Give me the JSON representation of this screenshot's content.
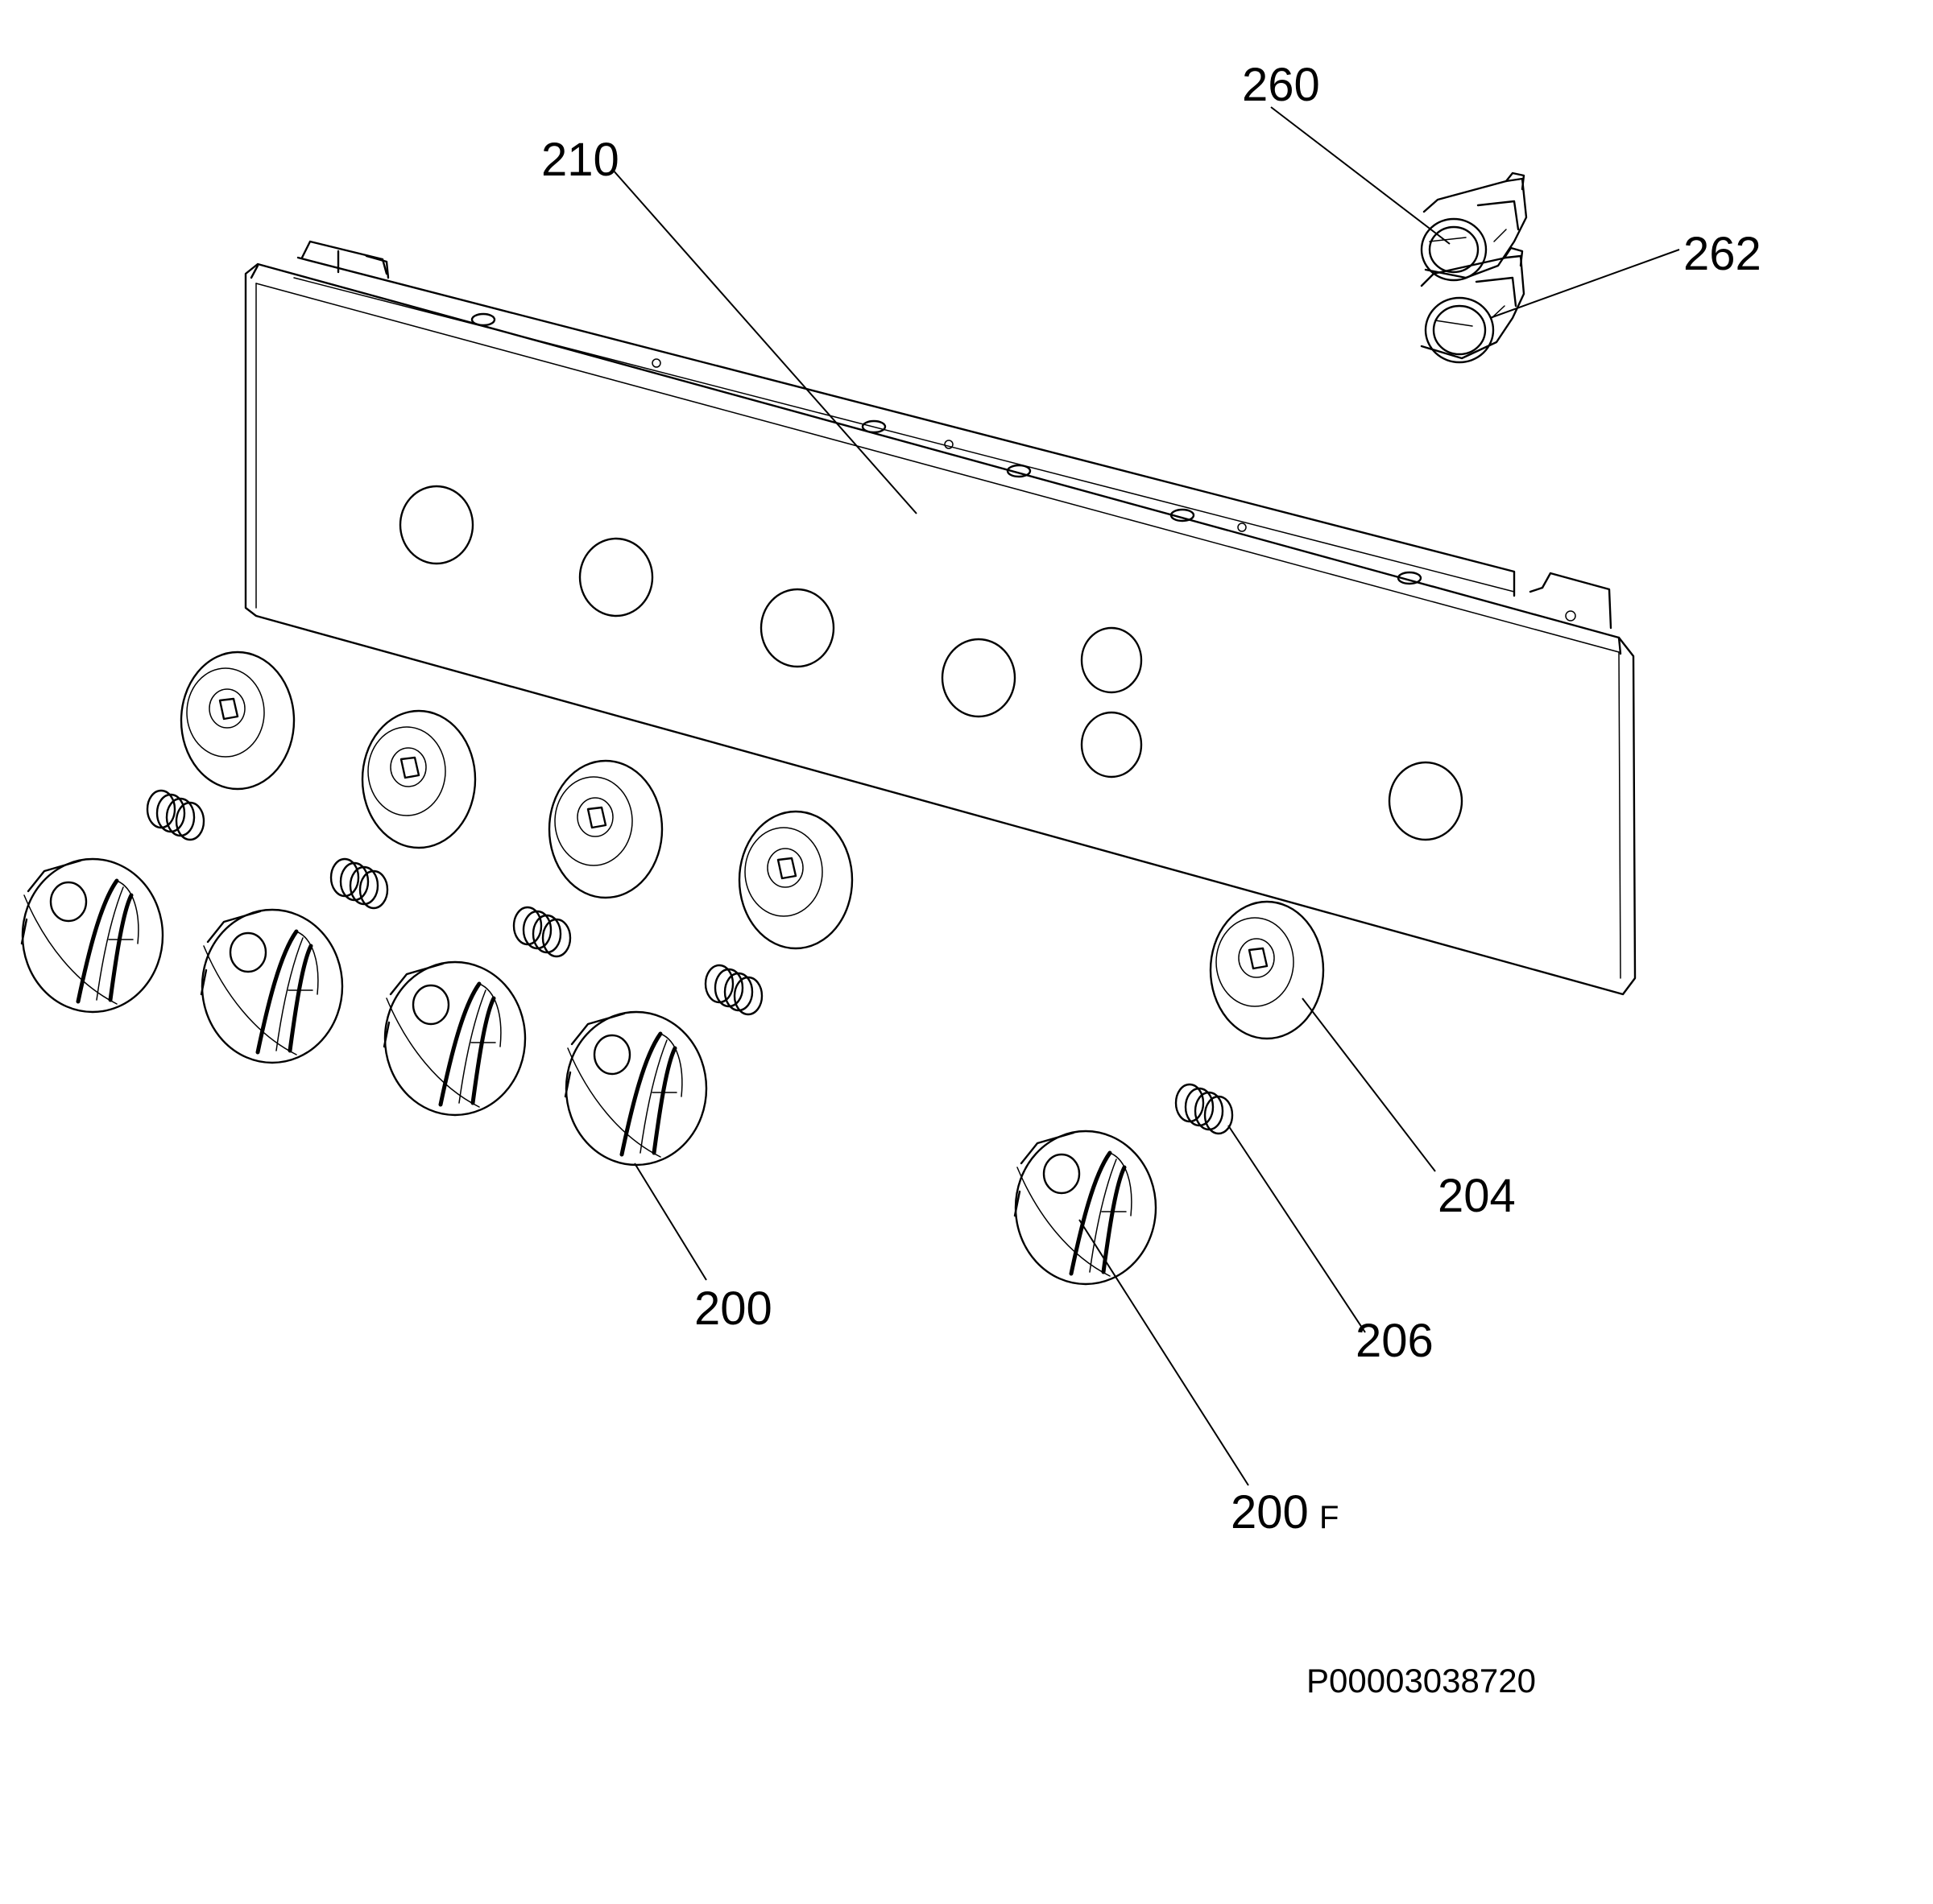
{
  "callouts": {
    "c210": "210",
    "c260": "260",
    "c262": "262",
    "c204": "204",
    "c206": "206",
    "c200": "200",
    "c200f_num": "200",
    "c200f_suffix": "F"
  },
  "drawing_number": "P00003038720"
}
